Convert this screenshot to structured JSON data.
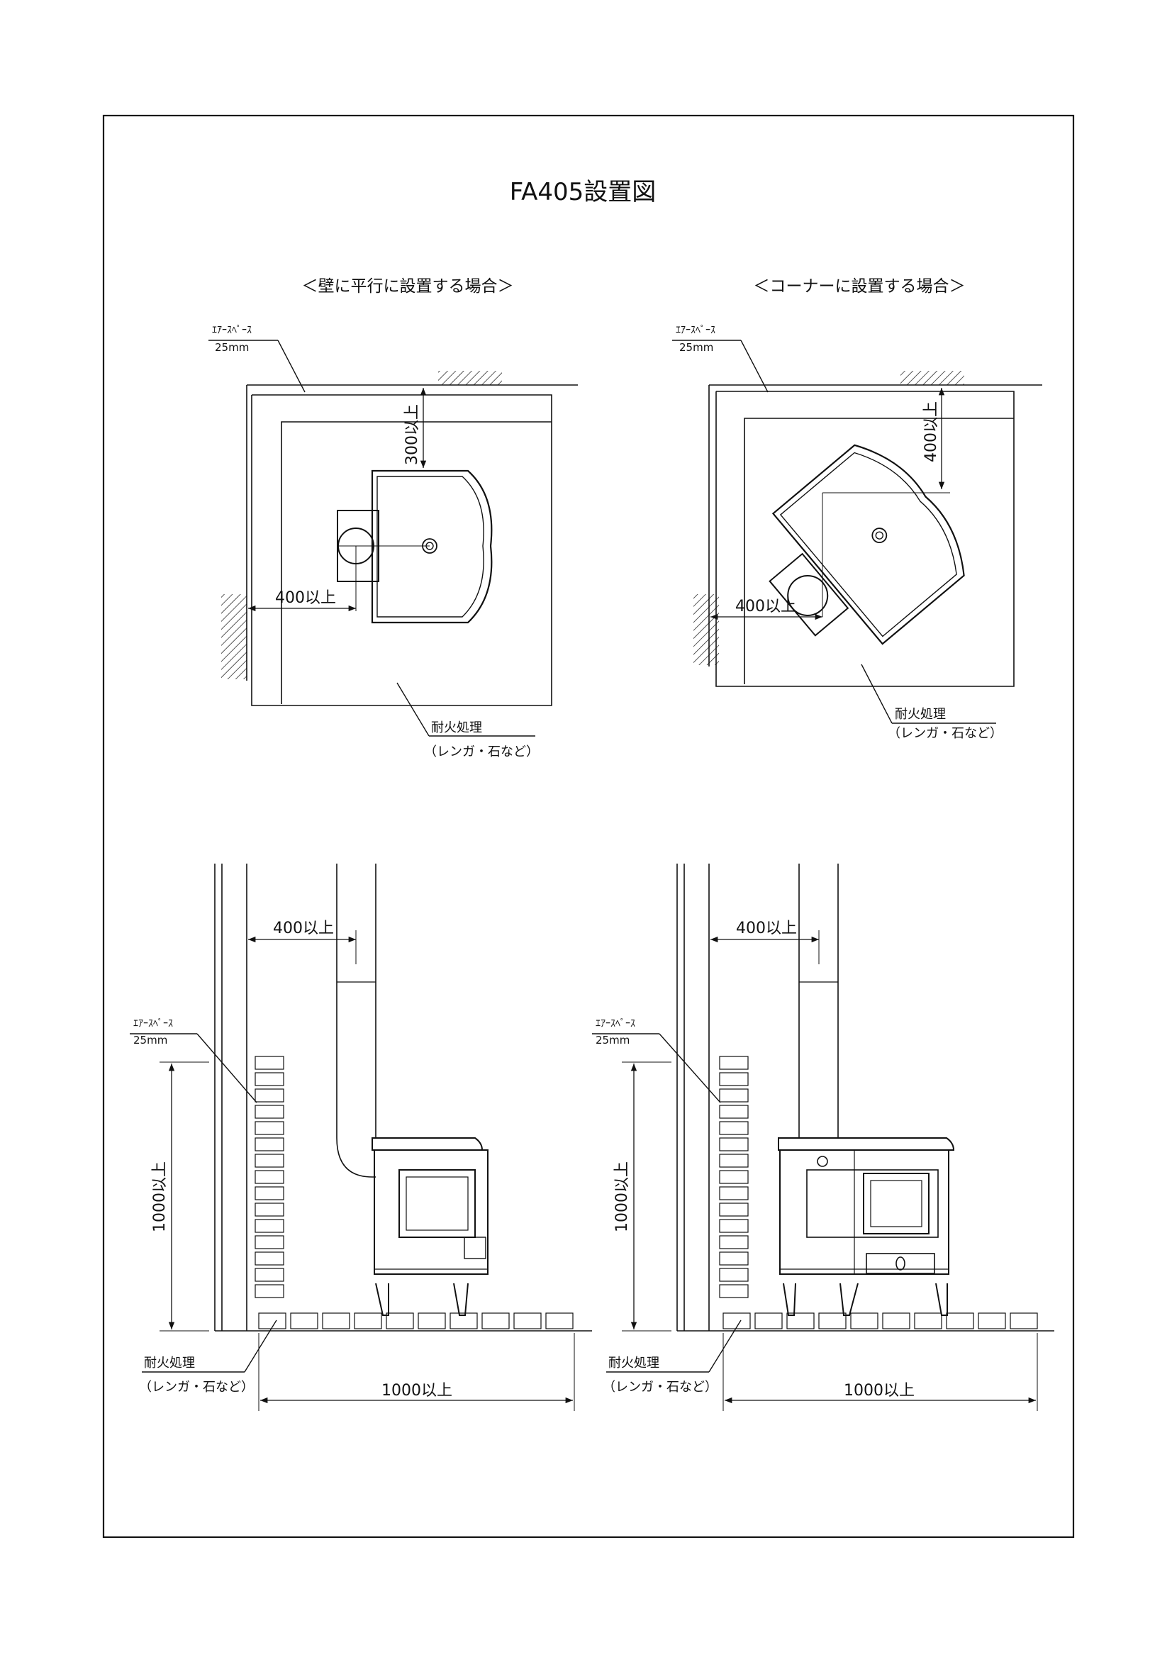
{
  "title": "FA405設置図",
  "plan_parallel": {
    "heading": "＜壁に平行に設置する場合＞",
    "air_space_label": "ｴｱｰｽﾍﾟｰｽ",
    "air_space_value": "25mm",
    "rear_clearance": "300以上",
    "side_clearance": "400以上",
    "fireproof_label": "耐火処理",
    "fireproof_note": "（レンガ・石など）"
  },
  "plan_corner": {
    "heading": "＜コーナーに設置する場合＞",
    "air_space_label": "ｴｱｰｽﾍﾟｰｽ",
    "air_space_value": "25mm",
    "rear_clearance": "400以上",
    "side_clearance": "400以上",
    "fireproof_label": "耐火処理",
    "fireproof_note": "（レンガ・石など）"
  },
  "elevation_side": {
    "top_clearance": "400以上",
    "air_space_label": "ｴｱｰｽﾍﾟｰｽ",
    "air_space_value": "25mm",
    "height_clearance": "1000以上",
    "fireproof_label": "耐火処理",
    "fireproof_note": "（レンガ・石など）",
    "floor_clearance": "1000以上"
  },
  "elevation_front": {
    "top_clearance": "400以上",
    "air_space_label": "ｴｱｰｽﾍﾟｰｽ",
    "air_space_value": "25mm",
    "height_clearance": "1000以上",
    "fireproof_label": "耐火処理",
    "fireproof_note": "（レンガ・石など）",
    "floor_clearance": "1000以上"
  }
}
